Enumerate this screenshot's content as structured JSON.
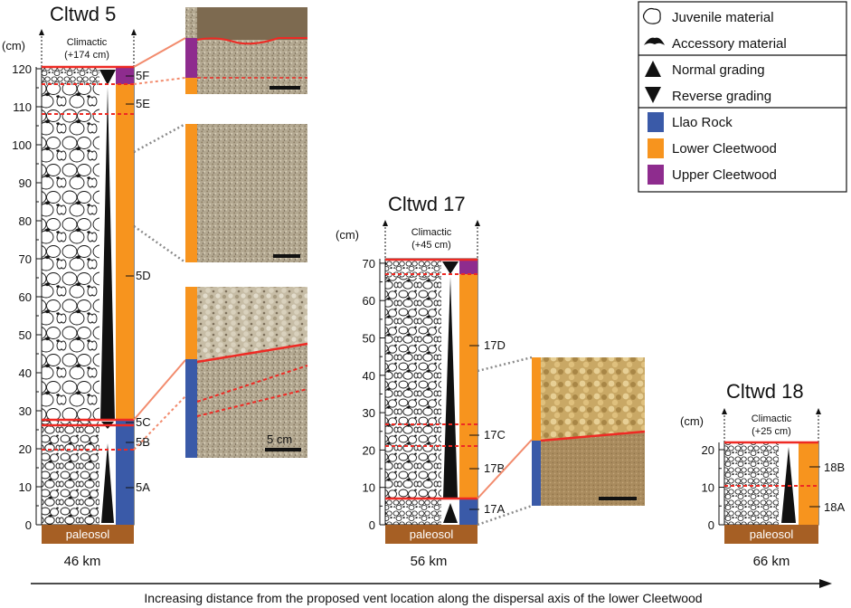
{
  "colors": {
    "llao_rock": "#3a5aa8",
    "lower_cleetwood": "#f7941e",
    "upper_cleetwood": "#8e2c8e",
    "paleosol": "#a65f24",
    "contact_line": "#ee2a24",
    "photo_light": "#b8aa8c",
    "photo_dark": "#7d6a50"
  },
  "legend": {
    "juvenile": "Juvenile material",
    "accessory": "Accessory material",
    "normal": "Normal grading",
    "reverse": "Reverse grading",
    "llao": "Llao Rock",
    "lower": "Lower Cleetwood",
    "upper": "Upper Cleetwood"
  },
  "common": {
    "unit_label": "(cm)",
    "paleosol": "paleosol",
    "climactic": "Climactic",
    "scale_bar": "5 cm"
  },
  "sections": [
    {
      "title": "Cltwd 5",
      "distance": "46 km",
      "climactic_thickness": "(+174 cm)",
      "ticks": [
        "0",
        "10",
        "20",
        "30",
        "40",
        "50",
        "60",
        "70",
        "80",
        "90",
        "100",
        "110",
        "120"
      ],
      "units": [
        "5F",
        "5E",
        "5D",
        "5C",
        "5B",
        "5A"
      ]
    },
    {
      "title": "Cltwd 17",
      "distance": "56 km",
      "climactic_thickness": "(+45 cm)",
      "ticks": [
        "0",
        "10",
        "20",
        "30",
        "40",
        "50",
        "60",
        "70"
      ],
      "units": [
        "17D",
        "17C",
        "17B",
        "17A"
      ]
    },
    {
      "title": "Cltwd 18",
      "distance": "66 km",
      "climactic_thickness": "(+25 cm)",
      "ticks": [
        "0",
        "10",
        "20"
      ],
      "units": [
        "18B",
        "18A"
      ]
    }
  ],
  "footer": "Increasing distance from the proposed vent location along the dispersal axis of the lower Cleetwood"
}
